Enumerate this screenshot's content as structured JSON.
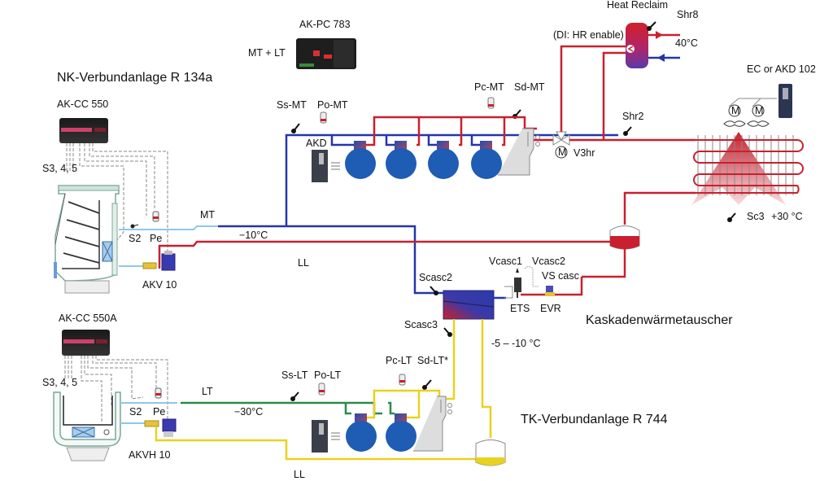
{
  "title": "Kaskaden-Kälteanlage NK R134a / TK R744",
  "colors": {
    "mt_suction": "#2436a8",
    "hot_gas": "#c8202e",
    "lt_suction": "#2e8a4a",
    "lt_liquid": "#e8d21e",
    "evap_line": "#8ec8e8",
    "compressor": "#1f5cb4"
  },
  "systems": {
    "nk": {
      "title": "NK-Verbundanlage R 134a",
      "controller": "AK-CC 550",
      "sensors_label": "S3, 4, 5",
      "s2": "S2",
      "pe": "Pe",
      "valve": "AKV 10",
      "line_mt": "MT",
      "line_ll": "LL",
      "temp": "−10°C"
    },
    "tk": {
      "title": "TK-Verbundanlage R 744",
      "controller": "AK-CC 550A",
      "sensors_label": "S3, 4, 5",
      "s2": "S2",
      "pe": "Pe",
      "valve": "AKVH 10",
      "line_lt": "LT",
      "line_ll": "LL",
      "temp": "−30°C"
    }
  },
  "pack_controller": {
    "name": "AK-PC 783",
    "scope": "MT + LT"
  },
  "mt_rack": {
    "ss": "Ss-MT",
    "po": "Po-MT",
    "pc": "Pc-MT",
    "sd": "Sd-MT",
    "drive": "AKD",
    "compressors": 4
  },
  "lt_rack": {
    "ss": "Ss-LT",
    "po": "Po-LT",
    "pc": "Pc-LT",
    "sd": "Sd-LT*",
    "compressors": 2
  },
  "heat_reclaim": {
    "title": "Heat Reclaim",
    "di": "(DI: HR enable)",
    "shr8": "Shr8",
    "out_temp": "40°C",
    "shr2": "Shr2",
    "valve": "V3hr",
    "motor": "M"
  },
  "condenser": {
    "fan_drive": "EC or AKD 102",
    "fan_motor": "M",
    "sensor": "Sc3",
    "temp": "+30 °C"
  },
  "cascade": {
    "title": "Kaskadenwärmetauscher",
    "scasc2": "Scasc2",
    "scasc3": "Scasc3",
    "vcasc1": "Vcasc1",
    "vcasc2": "Vcasc2",
    "vs": "VS casc",
    "ets": "ETS",
    "evr": "EVR",
    "temp": "-5 – -10 °C"
  }
}
